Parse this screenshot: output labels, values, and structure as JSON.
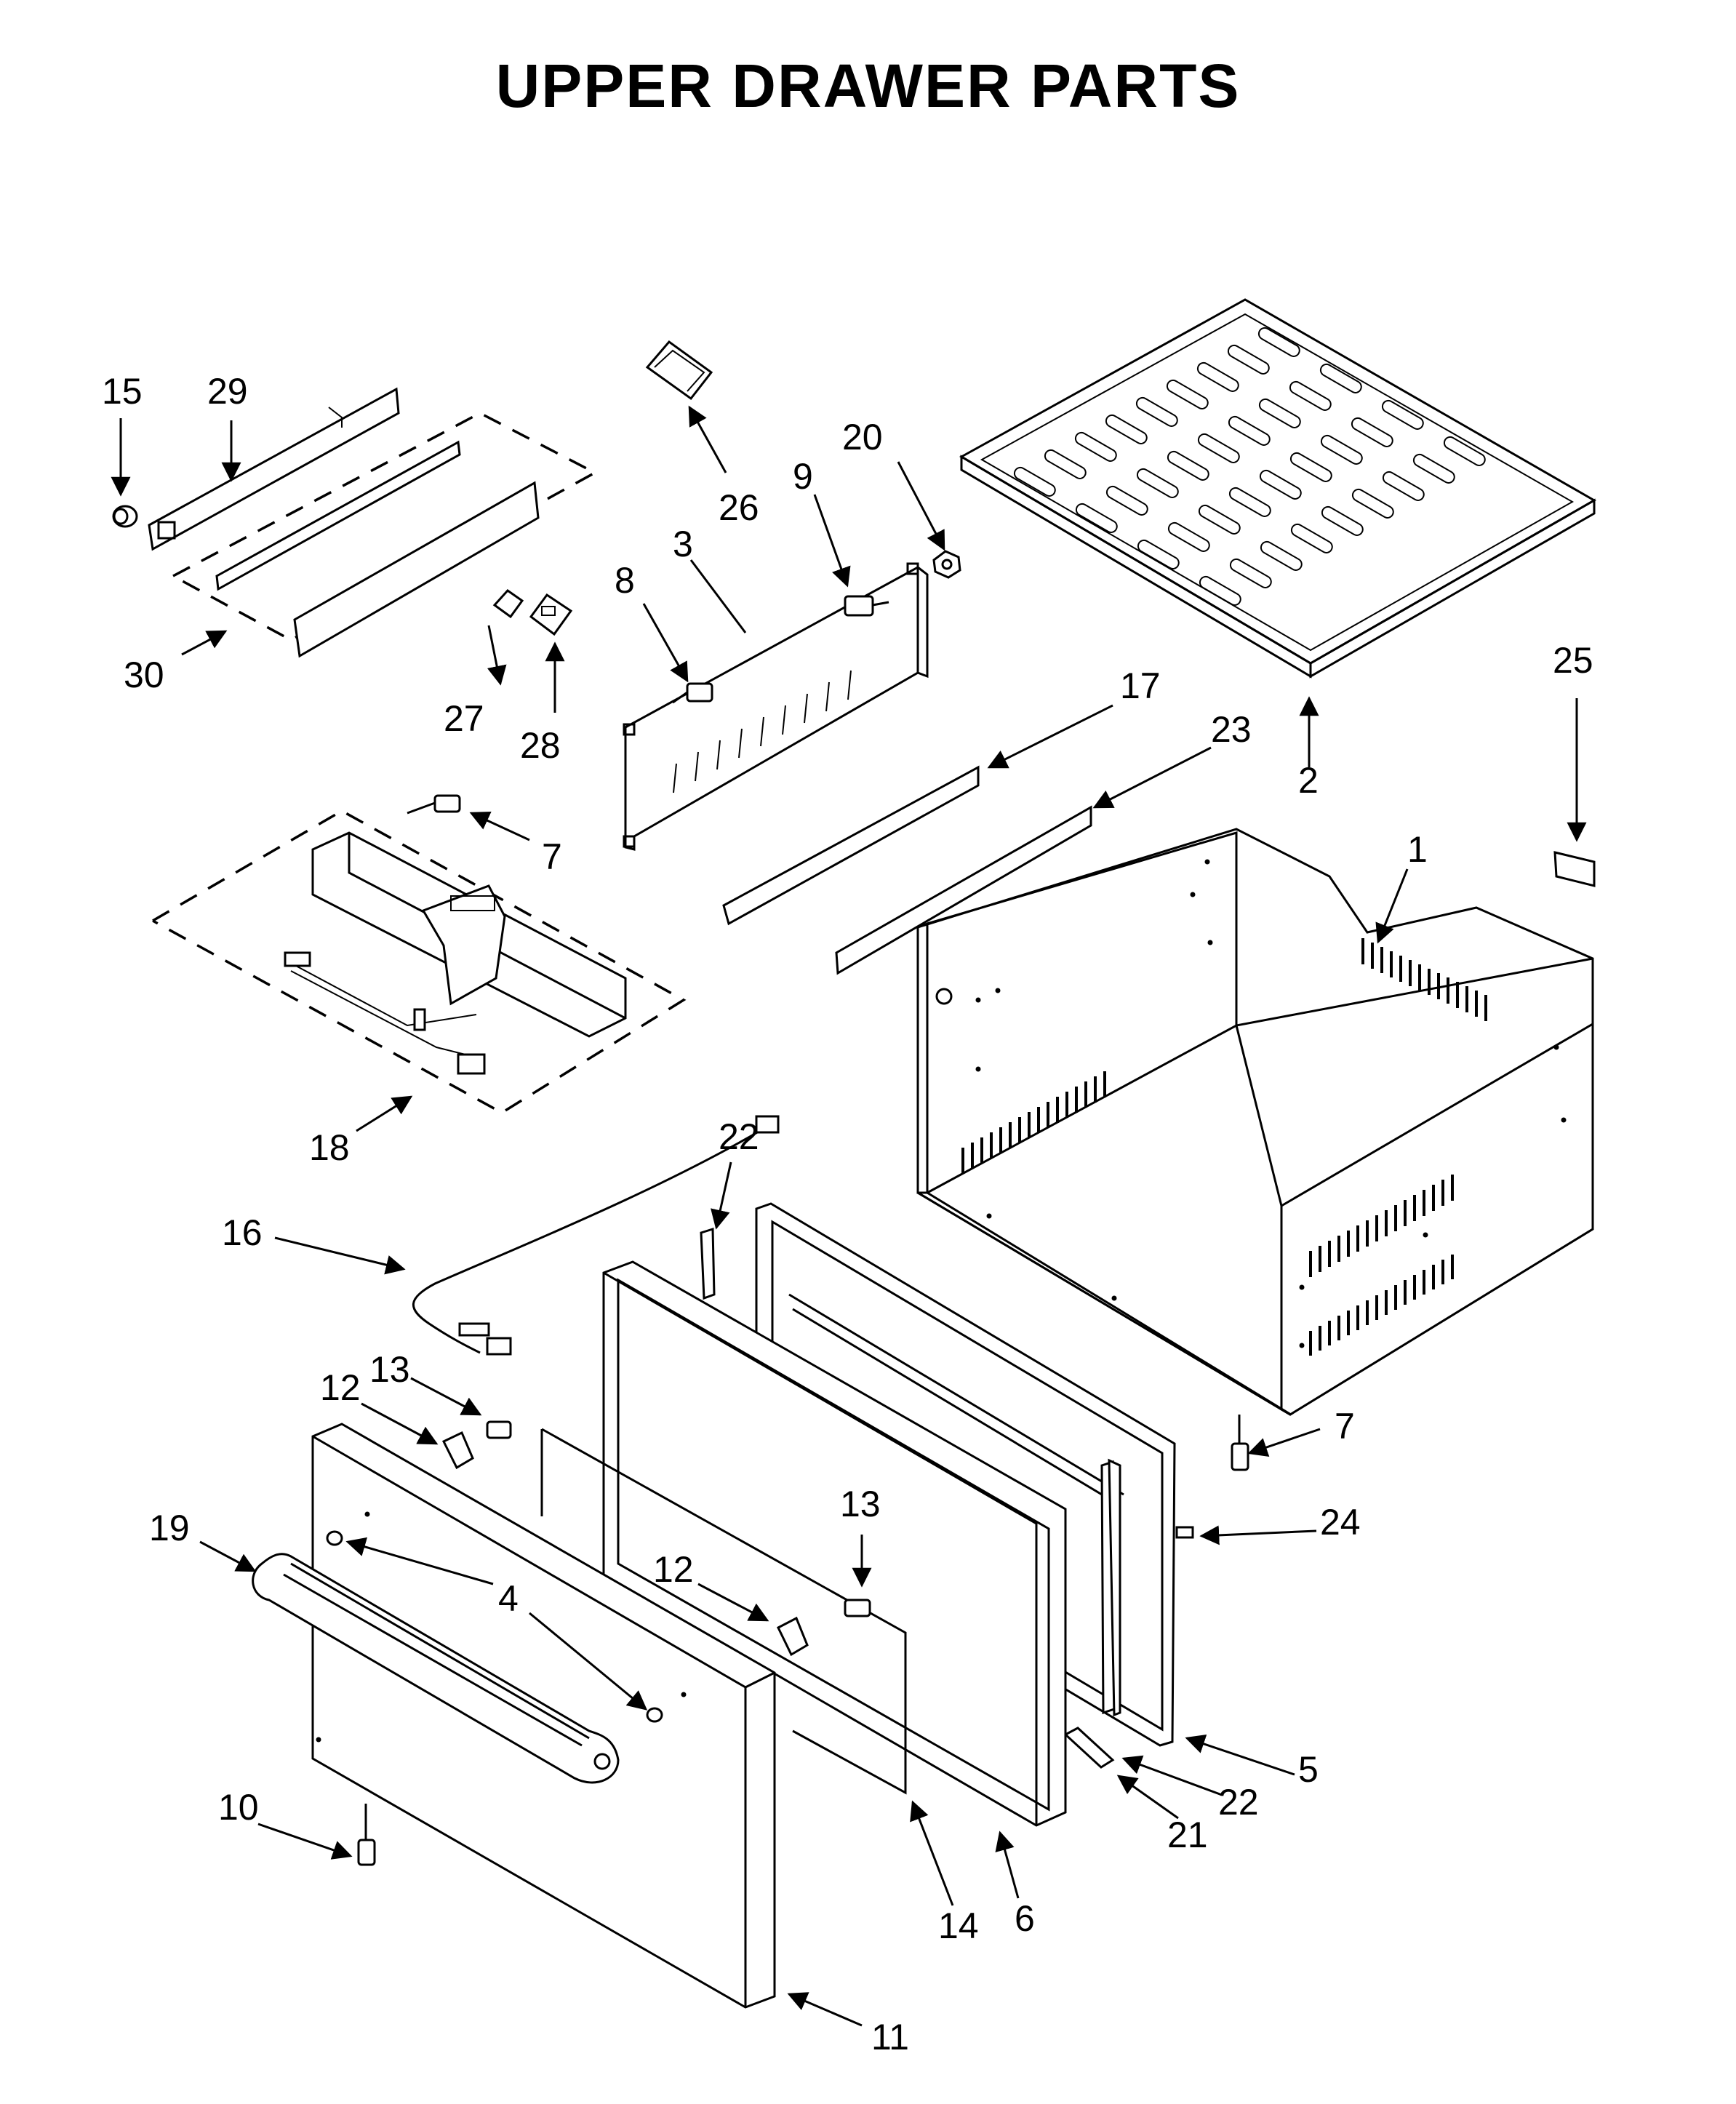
{
  "title": "UPPER DRAWER PARTS",
  "callouts": [
    "1",
    "2",
    "3",
    "4",
    "5",
    "6",
    "7",
    "7",
    "8",
    "9",
    "10",
    "11",
    "12",
    "12",
    "13",
    "13",
    "14",
    "15",
    "16",
    "17",
    "18",
    "19",
    "20",
    "21",
    "22",
    "22",
    "23",
    "24",
    "25",
    "26",
    "27",
    "28",
    "29",
    "30"
  ]
}
